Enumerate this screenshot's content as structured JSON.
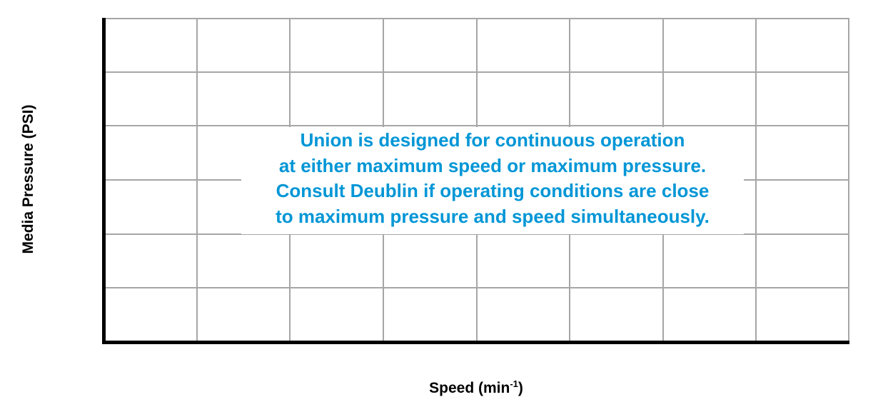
{
  "chart_data": {
    "type": "line",
    "title": "",
    "xlabel": "Speed (min-1)",
    "xlabel_parts": {
      "base": "Speed (min",
      "sup": "-1",
      "close": ")"
    },
    "ylabel": "Media Pressure (PSI)",
    "x_ticks": [],
    "y_ticks": [],
    "grid": true,
    "grid_columns": 8,
    "grid_rows": 6,
    "series": [],
    "annotation": [
      "Union is designed for continuous operation",
      "at either maximum speed or maximum pressure.",
      "Consult Deublin if operating conditions are close",
      "to maximum pressure and speed simultaneously."
    ]
  },
  "colors": {
    "annotation": "#0096d6",
    "grid": "#a6a6a6",
    "axis": "#000000"
  }
}
